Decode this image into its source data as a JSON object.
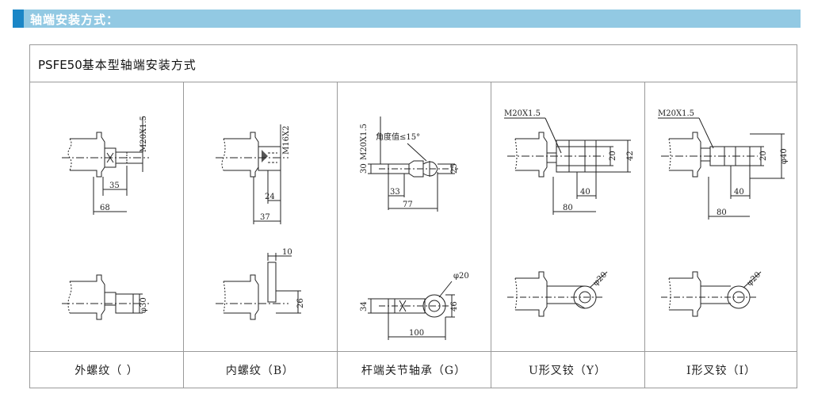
{
  "header": {
    "title": "轴端安装方式："
  },
  "frame": {
    "model": "PSFE50",
    "subtitle": "基本型轴端安装方式"
  },
  "columns": [
    {
      "label": "外螺纹（   ）",
      "dims": {
        "thread": "M20X1.5",
        "a": "35",
        "b": "68",
        "dia": "φ30"
      }
    },
    {
      "label": "内螺纹（B）",
      "dims": {
        "thread": "M16X2",
        "a": "24",
        "b": "37",
        "w": "10",
        "h": "26"
      }
    },
    {
      "label": "杆端关节轴承（G）",
      "dims": {
        "thread": "M20X1.5",
        "angle": "角度值≤15°",
        "d1": "30",
        "a": "33",
        "b": "77",
        "h1": "25",
        "dia": "φ20",
        "w": "34",
        "h2": "46",
        "len": "100"
      }
    },
    {
      "label": "U形叉铰（Y）",
      "dims": {
        "thread": "M20X1.5",
        "h1": "20",
        "h2": "42",
        "a": "40",
        "b": "80",
        "dia": "φ20"
      }
    },
    {
      "label": "I形叉铰（I）",
      "dims": {
        "thread": "M20X1.5",
        "h1": "20",
        "h2": "φ40",
        "a": "40",
        "b": "80",
        "dia": "φ20"
      }
    }
  ]
}
